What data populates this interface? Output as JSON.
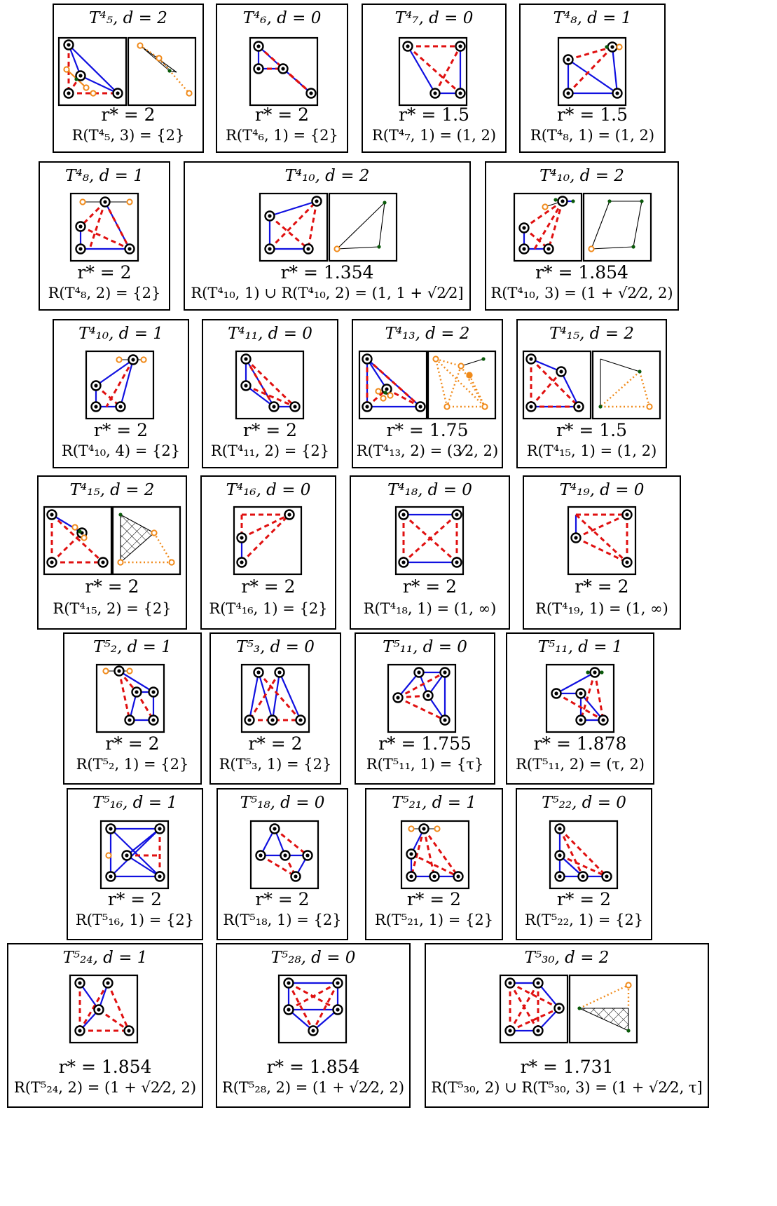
{
  "cells": [
    {
      "title": "T⁴₅, d = 2",
      "rstar": "r* = 2",
      "rset": "R(T⁴₅, 3) = {2}"
    },
    {
      "title": "T⁴₆, d = 0",
      "rstar": "r* = 2",
      "rset": "R(T⁴₆, 1) = {2}"
    },
    {
      "title": "T⁴₇, d = 0",
      "rstar": "r* = 1.5",
      "rset": "R(T⁴₇, 1) = (1, 2)"
    },
    {
      "title": "T⁴₈, d = 1",
      "rstar": "r* = 1.5",
      "rset": "R(T⁴₈, 1) = (1, 2)"
    },
    {
      "title": "T⁴₈, d = 1",
      "rstar": "r* = 2",
      "rset": "R(T⁴₈, 2) = {2}"
    },
    {
      "title": "T⁴₁₀, d = 2",
      "rstar": "r* = 1.354",
      "rset": "R(T⁴₁₀, 1) ∪ R(T⁴₁₀, 2) = (1, 1 + √2⁄2]"
    },
    {
      "title": "T⁴₁₀, d = 2",
      "rstar": "r* = 1.854",
      "rset": "R(T⁴₁₀, 3) = (1 + √2⁄2, 2)"
    },
    {
      "title": "T⁴₁₀, d = 1",
      "rstar": "r* = 2",
      "rset": "R(T⁴₁₀, 4) = {2}"
    },
    {
      "title": "T⁴₁₁, d = 0",
      "rstar": "r* = 2",
      "rset": "R(T⁴₁₁, 2) = {2}"
    },
    {
      "title": "T⁴₁₃, d = 2",
      "rstar": "r* = 1.75",
      "rset": "R(T⁴₁₃, 2) = (3⁄2, 2)"
    },
    {
      "title": "T⁴₁₅, d = 2",
      "rstar": "r* = 1.5",
      "rset": "R(T⁴₁₅, 1) = (1, 2)"
    },
    {
      "title": "T⁴₁₅, d = 2",
      "rstar": "r* = 2",
      "rset": "R(T⁴₁₅, 2) = {2}"
    },
    {
      "title": "T⁴₁₆, d = 0",
      "rstar": "r* = 2",
      "rset": "R(T⁴₁₆, 1) = {2}"
    },
    {
      "title": "T⁴₁₈, d = 0",
      "rstar": "r* = 2",
      "rset": "R(T⁴₁₈, 1) = (1, ∞)"
    },
    {
      "title": "T⁴₁₉, d = 0",
      "rstar": "r* = 2",
      "rset": "R(T⁴₁₉, 1) = (1, ∞)"
    },
    {
      "title": "T⁵₂, d = 1",
      "rstar": "r* = 2",
      "rset": "R(T⁵₂, 1) = {2}"
    },
    {
      "title": "T⁵₃, d = 0",
      "rstar": "r* = 2",
      "rset": "R(T⁵₃, 1) = {2}"
    },
    {
      "title": "T⁵₁₁, d = 0",
      "rstar": "r* = 1.755",
      "rset": "R(T⁵₁₁, 1) = {τ}"
    },
    {
      "title": "T⁵₁₁, d = 1",
      "rstar": "r* = 1.878",
      "rset": "R(T⁵₁₁, 2) = (τ, 2)"
    },
    {
      "title": "T⁵₁₆, d = 1",
      "rstar": "r* = 2",
      "rset": "R(T⁵₁₆, 1) = {2}"
    },
    {
      "title": "T⁵₁₈, d = 0",
      "rstar": "r* = 2",
      "rset": "R(T⁵₁₈, 1) = {2}"
    },
    {
      "title": "T⁵₂₁, d = 1",
      "rstar": "r* = 2",
      "rset": "R(T⁵₂₁, 1) = {2}"
    },
    {
      "title": "T⁵₂₂, d = 0",
      "rstar": "r* = 2",
      "rset": "R(T⁵₂₂, 1) = {2}"
    },
    {
      "title": "T⁵₂₄, d = 1",
      "rstar": "r* = 1.854",
      "rset": "R(T⁵₂₄, 2) = (1 + √2⁄2, 2)"
    },
    {
      "title": "T⁵₂₈, d = 0",
      "rstar": "r* = 1.854",
      "rset": "R(T⁵₂₈, 2) = (1 + √2⁄2, 2)"
    },
    {
      "title": "T⁵₃₀, d = 2",
      "rstar": "r* = 1.731",
      "rset": "R(T⁵₃₀, 2) ∪ R(T⁵₃₀, 3) = (1 + √2⁄2, τ]"
    }
  ],
  "colors": {
    "solid_edge": "#1010e0",
    "dashed_edge": "#e01010",
    "dotted_edge": "#f08a1a",
    "vertex": "#000000",
    "dark_dot": "#0a5a0a"
  }
}
